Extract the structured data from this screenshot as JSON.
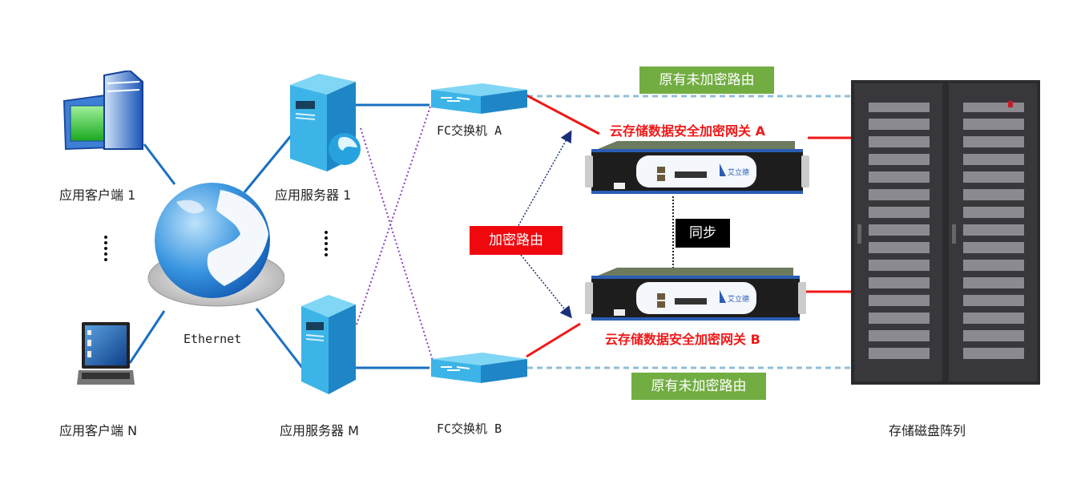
{
  "clients": {
    "client_1": "应用客户端 1",
    "client_n": "应用客户端 N"
  },
  "network": {
    "ethernet": "Ethernet"
  },
  "servers": {
    "server_1": "应用服务器 1",
    "server_m": "应用服务器 M"
  },
  "switches": {
    "switch_a": "FC交换机 A",
    "switch_b": "FC交换机 B"
  },
  "gateways": {
    "gateway_a": "云存储数据安全加密网关 A",
    "gateway_b": "云存储数据安全加密网关 B",
    "brand_logo": "艾立德"
  },
  "tags": {
    "unencrypted_route_top": "原有未加密路由",
    "unencrypted_route_bottom": "原有未加密路由",
    "encrypted_route": "加密路由",
    "sync": "同步"
  },
  "storage": {
    "label": "存储磁盘阵列"
  },
  "colors": {
    "link_blue": "#1a6fc0",
    "crossover_purple": "#8a3fc4",
    "encrypted_red": "#f01818",
    "unencrypted_dashed": "#8fbfd8",
    "green_tag": "#72ad42",
    "arrow_navy": "#1a2f7a"
  }
}
